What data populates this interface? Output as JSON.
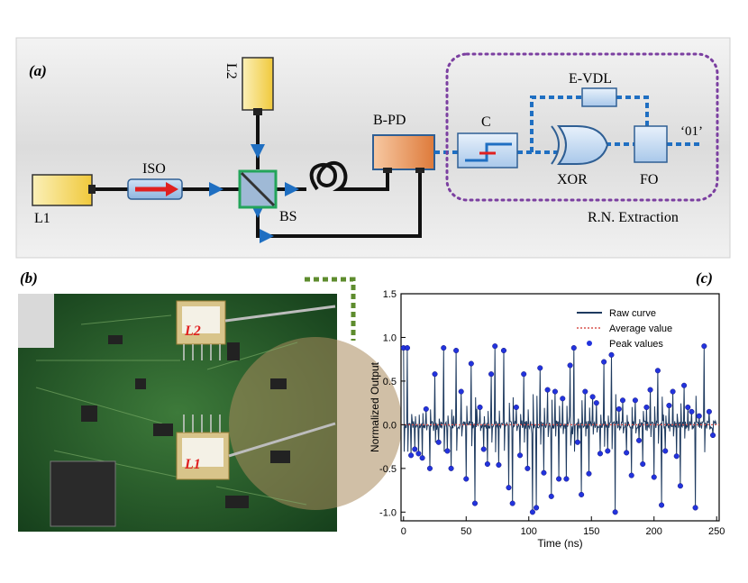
{
  "panel_a": {
    "label": "(a)",
    "components": {
      "l1": "L1",
      "l2": "L2",
      "iso": "ISO",
      "bs": "BS",
      "bpd": "B-PD",
      "comparator": "C",
      "evdl": "E-VDL",
      "xor": "XOR",
      "fo": "FO",
      "output": "‘01’",
      "extraction": "R.N. Extraction"
    }
  },
  "panel_b": {
    "label": "(b)",
    "chip_labels": {
      "l1": "L1",
      "l2": "L2"
    }
  },
  "panel_c": {
    "label": "(c)"
  },
  "colors": {
    "laser_fill": "#f3d25a",
    "beam": "#1f6fc2",
    "arrow": "#e02020",
    "bpd_fill": "#e5884c",
    "dashed_box": "#7b3fa0",
    "green_dash": "#5e8c2e",
    "raw_curve": "#1e3a5f",
    "average": "#d9534f",
    "peaks": "#2233dd"
  },
  "chart_data": {
    "type": "line",
    "xlabel": "Time (ns)",
    "ylabel": "Normalized Output",
    "xlim": [
      -2,
      252
    ],
    "ylim": [
      -1.1,
      1.5
    ],
    "x_ticks": [
      0,
      50,
      100,
      150,
      200,
      250
    ],
    "y_ticks": [
      -1.0,
      -0.5,
      0.0,
      0.5,
      1.0,
      1.5
    ],
    "y_tick_labels": [
      "-1.0",
      "-0.5",
      "0.0",
      "0.5",
      "1.0",
      "1.5"
    ],
    "legend_position": "top-right",
    "series": [
      {
        "name": "Raw curve",
        "style": "line"
      },
      {
        "name": "Average value",
        "style": "dotted",
        "value": 0.0
      },
      {
        "name": "Peak values",
        "style": "points",
        "points": [
          [
            0,
            0.88
          ],
          [
            3,
            0.88
          ],
          [
            6,
            -0.35
          ],
          [
            9,
            -0.28
          ],
          [
            12,
            -0.33
          ],
          [
            15,
            -0.38
          ],
          [
            18,
            0.18
          ],
          [
            21,
            -0.5
          ],
          [
            25,
            0.58
          ],
          [
            28,
            -0.2
          ],
          [
            32,
            0.88
          ],
          [
            35,
            -0.3
          ],
          [
            38,
            -0.5
          ],
          [
            42,
            0.85
          ],
          [
            46,
            0.38
          ],
          [
            50,
            -0.62
          ],
          [
            54,
            0.7
          ],
          [
            57,
            -0.9
          ],
          [
            61,
            0.2
          ],
          [
            64,
            -0.28
          ],
          [
            67,
            -0.45
          ],
          [
            70,
            0.58
          ],
          [
            73,
            0.9
          ],
          [
            76,
            -0.46
          ],
          [
            80,
            0.85
          ],
          [
            84,
            -0.72
          ],
          [
            87,
            -0.9
          ],
          [
            90,
            0.2
          ],
          [
            93,
            -0.35
          ],
          [
            96,
            0.58
          ],
          [
            99,
            -0.5
          ],
          [
            103,
            -1.0
          ],
          [
            106,
            -0.95
          ],
          [
            109,
            0.65
          ],
          [
            112,
            -0.55
          ],
          [
            115,
            0.4
          ],
          [
            118,
            -0.82
          ],
          [
            121,
            0.38
          ],
          [
            124,
            -0.62
          ],
          [
            127,
            0.3
          ],
          [
            130,
            -0.62
          ],
          [
            133,
            0.68
          ],
          [
            136,
            0.88
          ],
          [
            139,
            -0.2
          ],
          [
            142,
            -0.8
          ],
          [
            145,
            0.38
          ],
          [
            148,
            -0.56
          ],
          [
            151,
            0.32
          ],
          [
            154,
            0.25
          ],
          [
            157,
            -0.33
          ],
          [
            160,
            0.72
          ],
          [
            163,
            -0.3
          ],
          [
            166,
            0.8
          ],
          [
            169,
            -1.0
          ],
          [
            172,
            0.18
          ],
          [
            175,
            0.28
          ],
          [
            178,
            -0.32
          ],
          [
            182,
            -0.58
          ],
          [
            185,
            0.28
          ],
          [
            188,
            -0.18
          ],
          [
            191,
            -0.45
          ],
          [
            194,
            0.2
          ],
          [
            197,
            0.4
          ],
          [
            200,
            -0.6
          ],
          [
            203,
            0.62
          ],
          [
            206,
            -0.92
          ],
          [
            209,
            -0.3
          ],
          [
            212,
            0.22
          ],
          [
            215,
            0.38
          ],
          [
            218,
            -0.36
          ],
          [
            221,
            -0.7
          ],
          [
            224,
            0.45
          ],
          [
            227,
            0.2
          ],
          [
            230,
            0.15
          ],
          [
            233,
            -0.95
          ],
          [
            236,
            0.1
          ],
          [
            240,
            0.9
          ],
          [
            244,
            0.15
          ],
          [
            247,
            -0.12
          ]
        ]
      }
    ]
  }
}
